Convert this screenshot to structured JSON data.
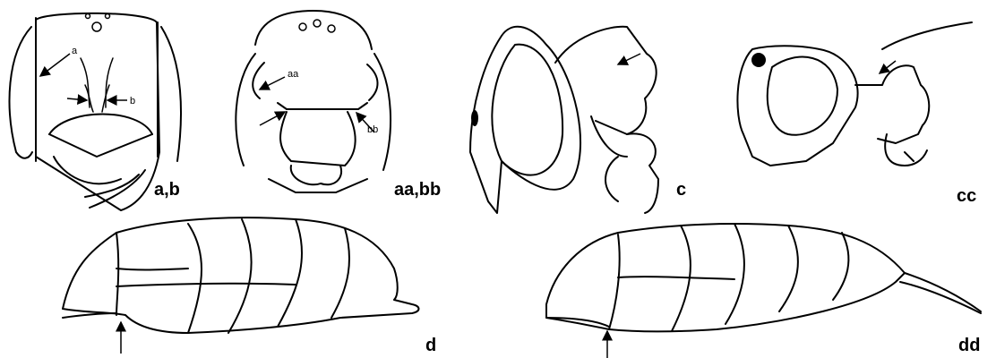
{
  "panels": {
    "ab": {
      "label": "a,b",
      "arrow_a": "a",
      "arrow_b": "b"
    },
    "aabb": {
      "label": "aa,bb",
      "arrow_aa": "aa",
      "arrow_bb": "bb"
    },
    "c": {
      "label": "c"
    },
    "cc": {
      "label": "cc"
    },
    "d": {
      "label": "d"
    },
    "dd": {
      "label": "dd"
    }
  },
  "colors": {
    "line": "#000000",
    "background": "#ffffff"
  }
}
